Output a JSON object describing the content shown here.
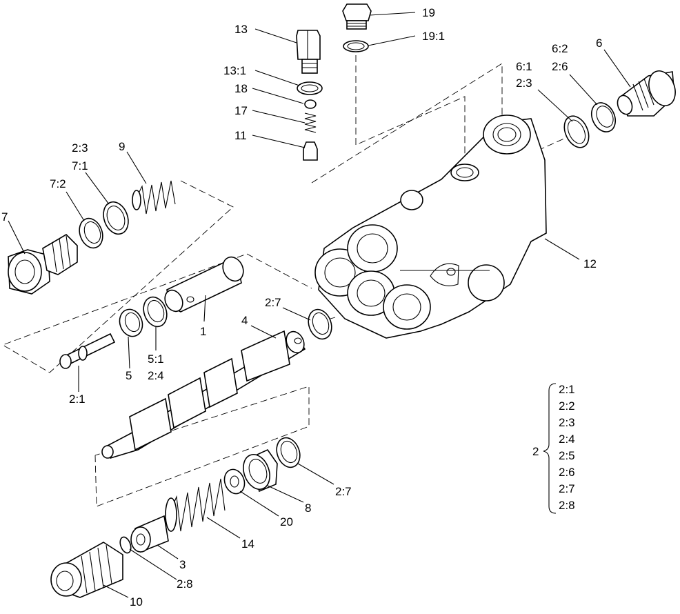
{
  "labels": [
    {
      "id": "p13",
      "text": "13"
    },
    {
      "id": "p13_1",
      "text": "13:1"
    },
    {
      "id": "p18",
      "text": "18"
    },
    {
      "id": "p17",
      "text": "17"
    },
    {
      "id": "p11",
      "text": "11"
    },
    {
      "id": "p19",
      "text": "19"
    },
    {
      "id": "p19_1",
      "text": "19:1"
    },
    {
      "id": "p6_1",
      "text": "6:1"
    },
    {
      "id": "p2_3a",
      "text": "2:3"
    },
    {
      "id": "p6_2",
      "text": "6:2"
    },
    {
      "id": "p2_6",
      "text": "2:6"
    },
    {
      "id": "p6",
      "text": "6"
    },
    {
      "id": "p2_3b",
      "text": "2:3"
    },
    {
      "id": "p7_1",
      "text": "7:1"
    },
    {
      "id": "p7_2",
      "text": "7:2"
    },
    {
      "id": "p9",
      "text": "9"
    },
    {
      "id": "p7",
      "text": "7"
    },
    {
      "id": "p12",
      "text": "12"
    },
    {
      "id": "p1",
      "text": "1"
    },
    {
      "id": "p5",
      "text": "5"
    },
    {
      "id": "p5_1",
      "text": "5:1"
    },
    {
      "id": "p2_4",
      "text": "2:4"
    },
    {
      "id": "p2_1",
      "text": "2:1"
    },
    {
      "id": "p2_7a",
      "text": "2:7"
    },
    {
      "id": "p4",
      "text": "4"
    },
    {
      "id": "p2_7b",
      "text": "2:7"
    },
    {
      "id": "p8",
      "text": "8"
    },
    {
      "id": "p20",
      "text": "20"
    },
    {
      "id": "p14",
      "text": "14"
    },
    {
      "id": "p3",
      "text": "3"
    },
    {
      "id": "p2_8",
      "text": "2:8"
    },
    {
      "id": "p10",
      "text": "10"
    }
  ],
  "legend": {
    "main": "2",
    "items": [
      "2:1",
      "2:2",
      "2:3",
      "2:4",
      "2:5",
      "2:6",
      "2:7",
      "2:8"
    ]
  }
}
